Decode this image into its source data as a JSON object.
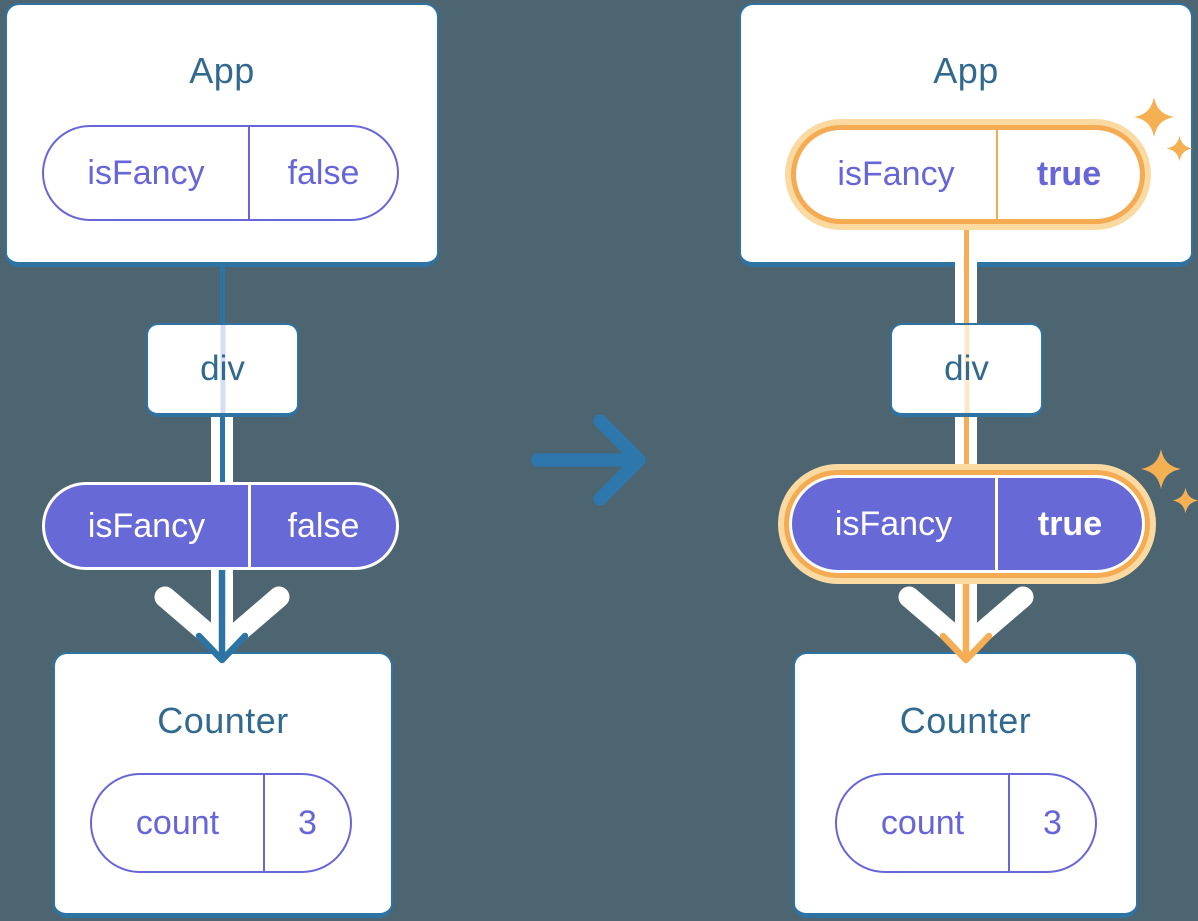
{
  "left": {
    "app_title": "App",
    "state_key": "isFancy",
    "state_value": "false",
    "div_title": "div",
    "prop_key": "isFancy",
    "prop_value": "false",
    "counter_title": "Counter",
    "count_key": "count",
    "count_value": "3"
  },
  "right": {
    "app_title": "App",
    "state_key": "isFancy",
    "state_value": "true",
    "div_title": "div",
    "prop_key": "isFancy",
    "prop_value": "true",
    "counter_title": "Counter",
    "count_key": "count",
    "count_value": "3"
  },
  "icons": {
    "transition_arrow": "right-arrow",
    "down_flow_arrow": "down-arrow",
    "flow_chevron": "down-chevron",
    "sparkle": "four-point-star"
  },
  "colors": {
    "background": "#4d6571",
    "card_border": "#2e73a2",
    "title_text": "#31698f",
    "purple_outline": "#6766d8",
    "purple_fill": "#6669d6",
    "teal_line": "#2d74a4",
    "orange": "#f4ab52",
    "orange_light": "#fbdaa2",
    "lavender_line": "#d6def2",
    "cream_line": "#fbe8cb",
    "transition_arrow": "#2d77ad",
    "white": "#ffffff"
  }
}
